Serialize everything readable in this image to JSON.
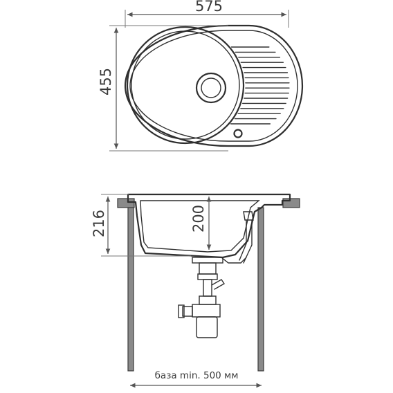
{
  "dimensions": {
    "width": "575",
    "length": "455",
    "height_total": "216",
    "bowl_depth": "200",
    "base_label": "база min. 500 мм"
  }
}
